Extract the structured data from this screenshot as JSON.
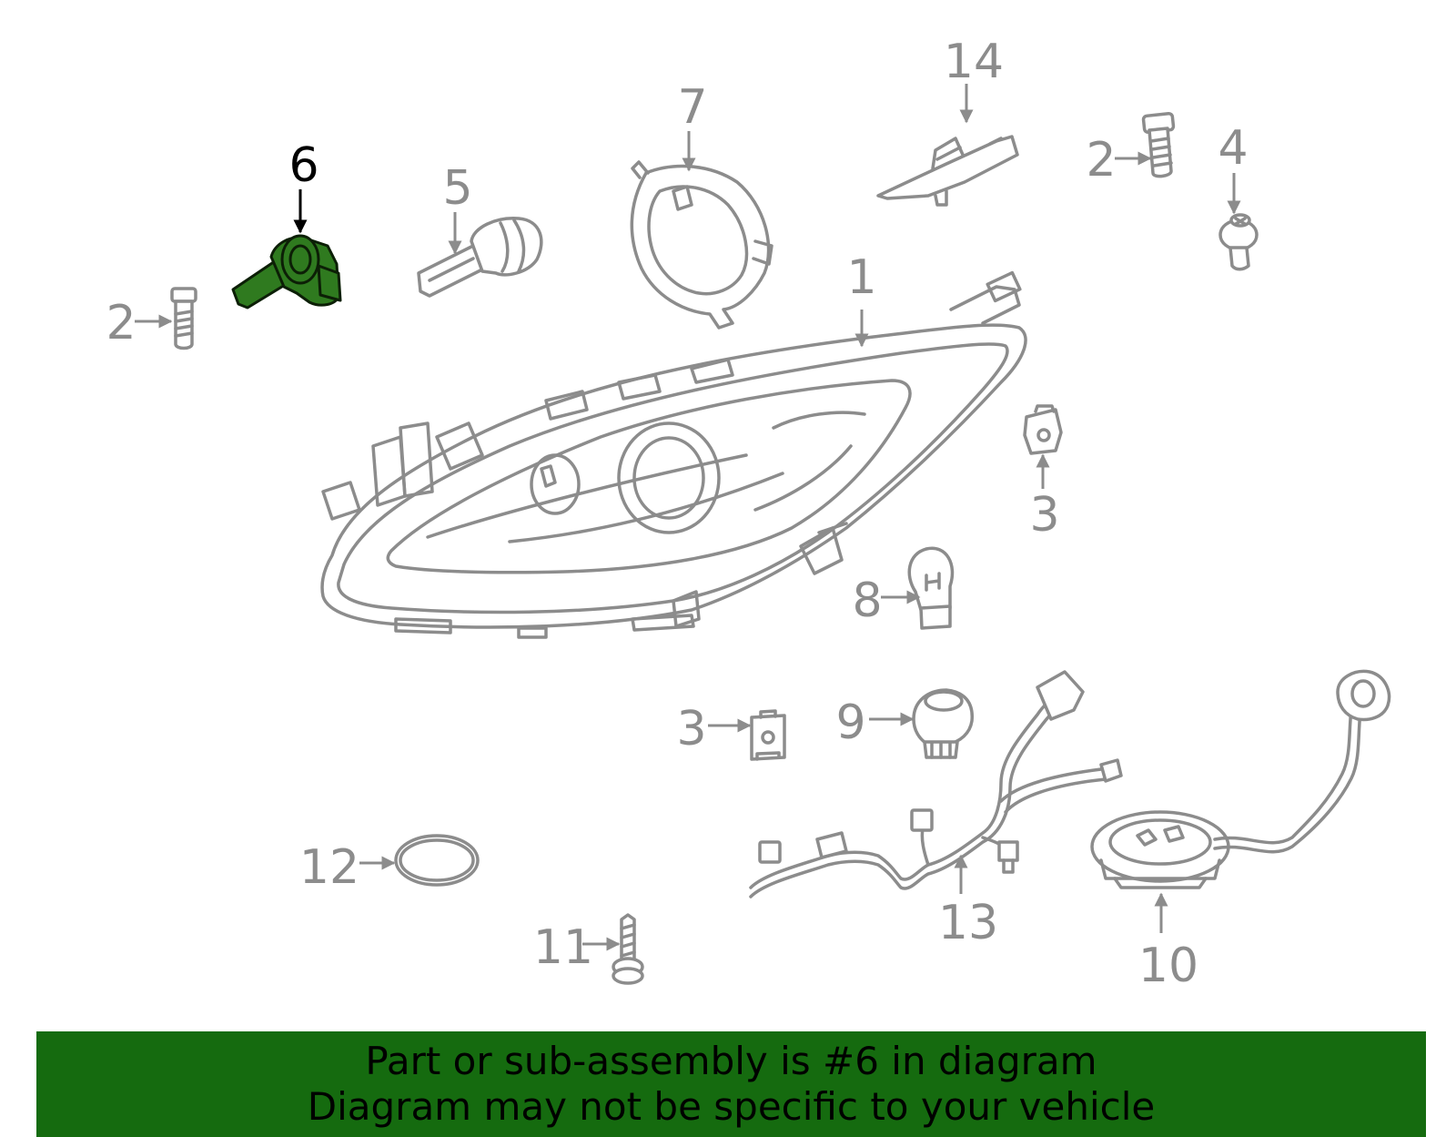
{
  "callouts": {
    "c1": "1",
    "c2a": "2",
    "c2b": "2",
    "c3a": "3",
    "c3b": "3",
    "c4": "4",
    "c5": "5",
    "c6": "6",
    "c7": "7",
    "c8": "8",
    "c9": "9",
    "c10": "10",
    "c11": "11",
    "c12": "12",
    "c13": "13",
    "c14": "14"
  },
  "highlight": {
    "part": "6",
    "color": "#2f7a1f"
  },
  "footer": {
    "line1": "Part or sub-assembly is #6 in diagram",
    "line2": "Diagram may not be specific to your vehicle",
    "background": "#156b0f"
  }
}
